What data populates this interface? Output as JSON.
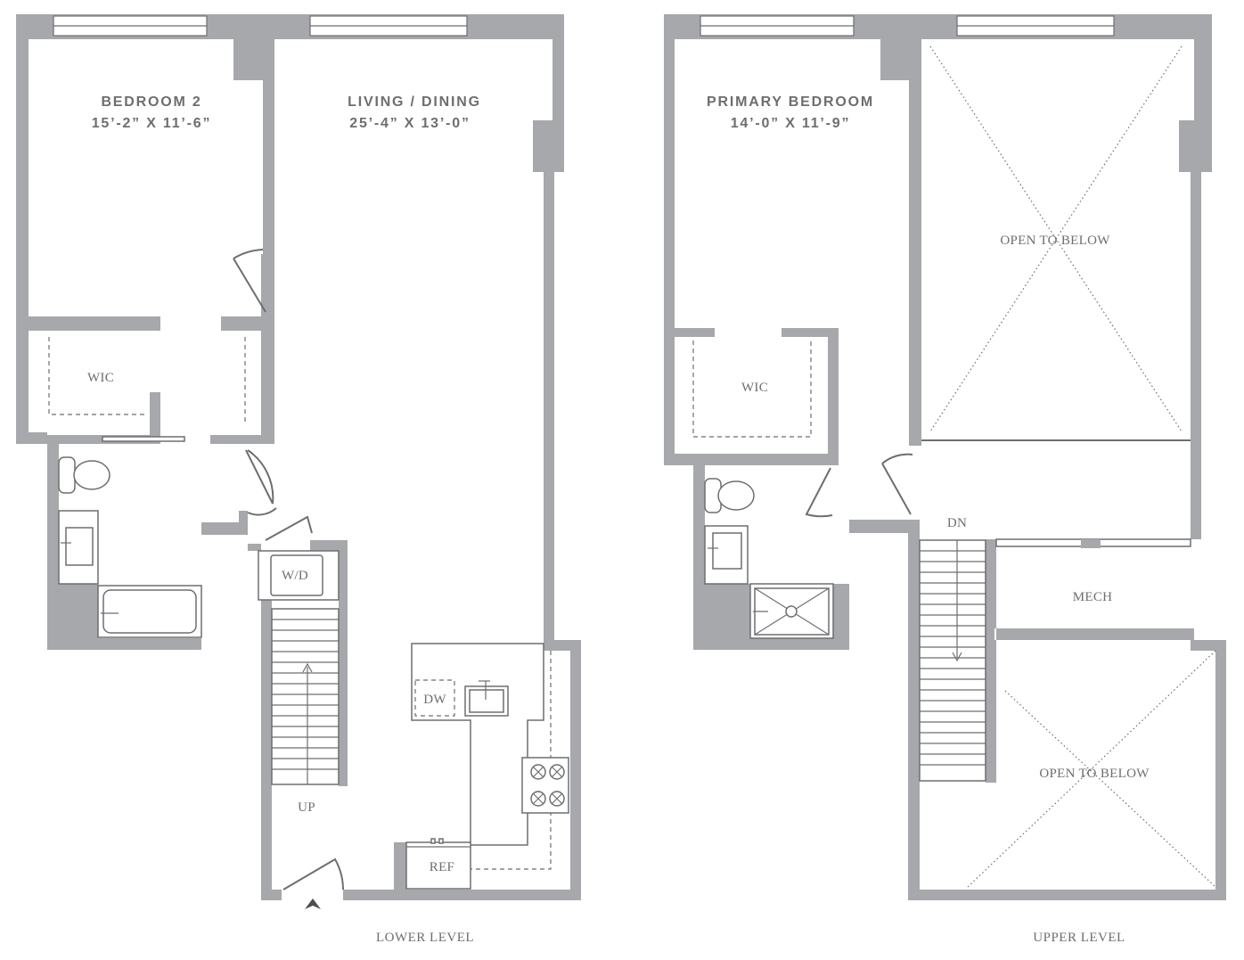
{
  "colors": {
    "wall": "#a7a8ab",
    "line": "#6d6e71",
    "background": "#ffffff"
  },
  "lower_level": {
    "label": "LOWER LEVEL",
    "bedroom2": {
      "name": "BEDROOM 2",
      "dims": "15’-2” X 11’-6”"
    },
    "living": {
      "name": "LIVING / DINING",
      "dims": "25’-4” X 13’-0”"
    },
    "wic": "WIC",
    "wd": "W/D",
    "dw": "DW",
    "ref": "REF",
    "stair": "UP",
    "entry_icon": "entry-arrow-icon"
  },
  "upper_level": {
    "label": "UPPER LEVEL",
    "primary": {
      "name": "PRIMARY BEDROOM",
      "dims": "14’-0” X 11’-9”"
    },
    "wic": "WIC",
    "open1": "OPEN TO BELOW",
    "open2": "OPEN TO BELOW",
    "mech": "MECH",
    "stair": "DN"
  }
}
